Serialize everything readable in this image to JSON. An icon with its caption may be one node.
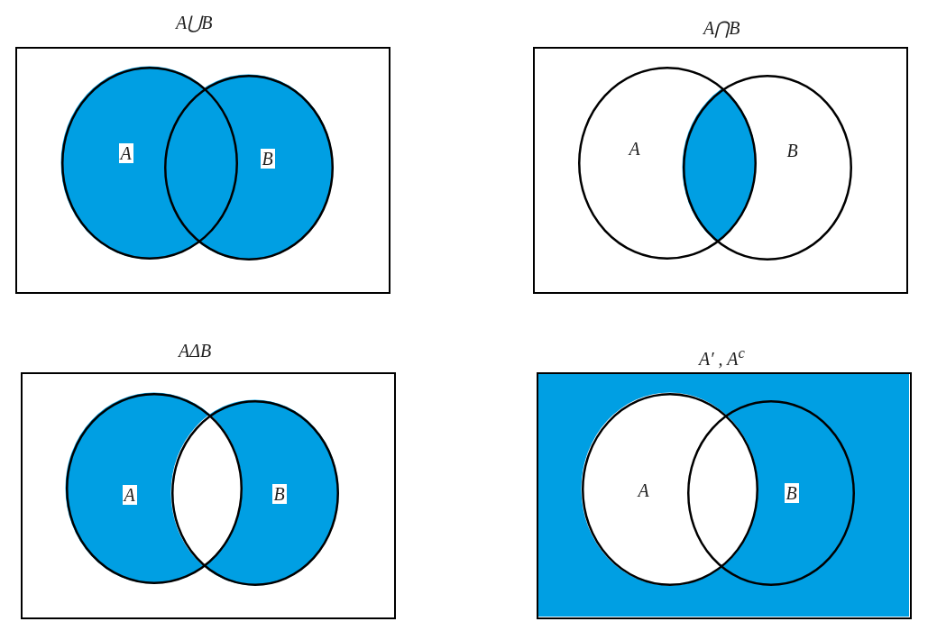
{
  "diagram": {
    "nodes": [
      {
        "text": [
          "A⋃B"
        ]
      },
      {
        "text": [
          "A"
        ],
        "in": 0
      },
      {
        "text": [
          "B"
        ],
        "in": 0
      },
      {
        "text": [
          "A⋂B"
        ]
      },
      {
        "text": [
          "A"
        ],
        "in": 3
      },
      {
        "text": [
          "B"
        ],
        "in": 3
      },
      {
        "text": [
          "AΔB"
        ]
      },
      {
        "text": [
          "A"
        ],
        "in": 6
      },
      {
        "text": [
          "B"
        ],
        "in": 6
      },
      {
        "text": [
          "A′ , A$^{c}$"
        ]
      },
      {
        "text": [
          "A"
        ],
        "in": 9
      },
      {
        "text": [
          "B"
        ],
        "in": 9
      }
    ],
    "edges": []
  }
}
